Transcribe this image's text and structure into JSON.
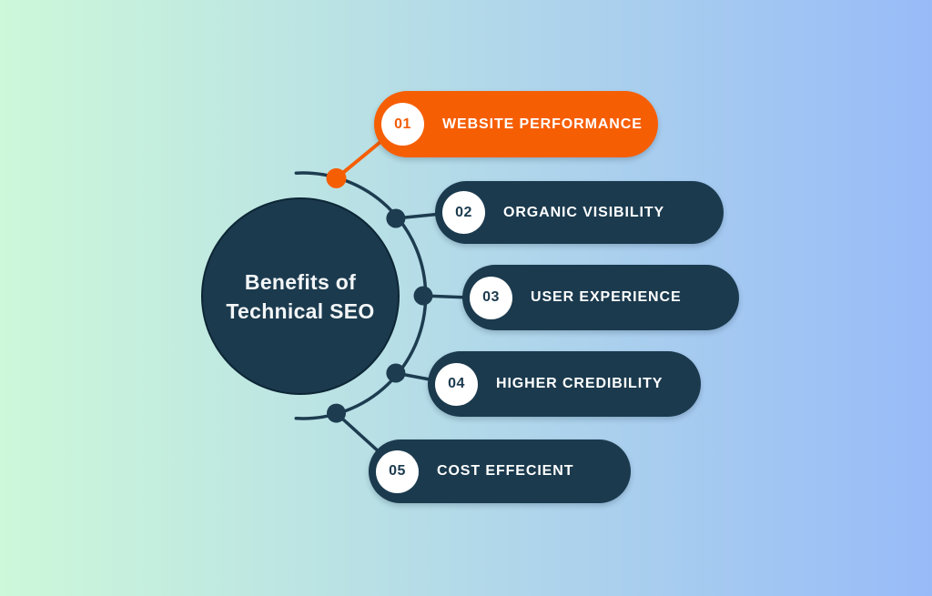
{
  "title": "Benefits of Technical SEO",
  "background": {
    "gradient_left": "#cdf8d9",
    "gradient_right": "#98bbf8"
  },
  "colors": {
    "navy": "#1b3a4e",
    "navy_line": "#1d3c50",
    "orange": "#f65e04",
    "orange_number": "#f25c05",
    "badge_bg": "#ffffff",
    "label_text": "#ffffff",
    "center_text": "#f3f6f7",
    "center_border": "#0d2635"
  },
  "center": {
    "line1": "Benefits of",
    "line2": "Technical SEO"
  },
  "items": [
    {
      "number": "01",
      "label": "WEBSITE PERFORMANCE",
      "pill_color": "#f65e04",
      "number_color": "#f25c05"
    },
    {
      "number": "02",
      "label": "ORGANIC VISIBILITY",
      "pill_color": "#1b3a4e",
      "number_color": "#1b3a4e"
    },
    {
      "number": "03",
      "label": "USER EXPERIENCE",
      "pill_color": "#1b3a4e",
      "number_color": "#1b3a4e"
    },
    {
      "number": "04",
      "label": "HIGHER CREDIBILITY",
      "pill_color": "#1b3a4e",
      "number_color": "#1b3a4e"
    },
    {
      "number": "05",
      "label": "COST EFFECIENT",
      "pill_color": "#1b3a4e",
      "number_color": "#1b3a4e"
    }
  ]
}
